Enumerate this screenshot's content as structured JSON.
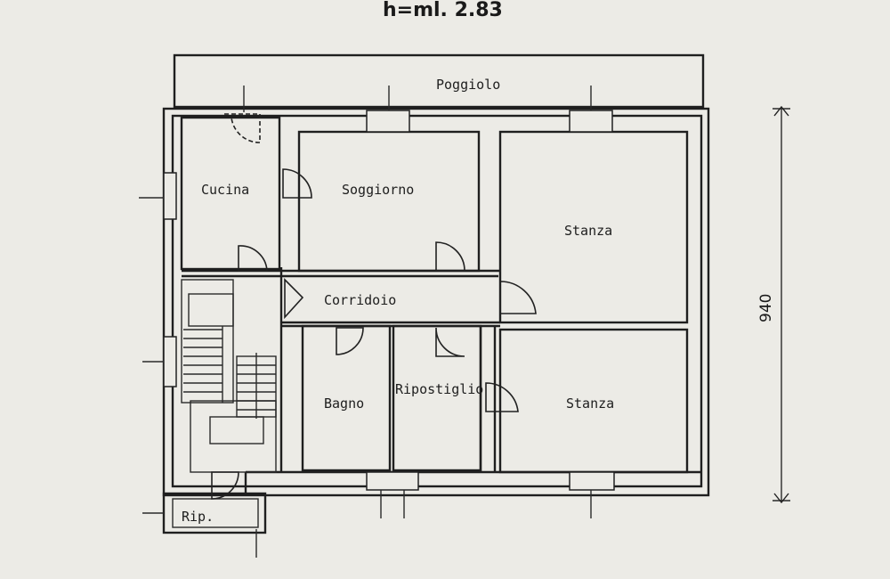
{
  "header": {
    "text": "h=ml. 2.83"
  },
  "rooms": {
    "poggiolo": "Poggiolo",
    "cucina": "Cucina",
    "soggiorno": "Soggiorno",
    "stanza_top": "Stanza",
    "corridoio": "Corridoio",
    "bagno": "Bagno",
    "ripostiglio": "Ripostiglio",
    "stanza_bottom": "Stanza",
    "rip": "Rip."
  },
  "dimensions": {
    "height": "940"
  },
  "colors": {
    "paper": "#ecebe6",
    "ink": "#1f1f1f"
  }
}
